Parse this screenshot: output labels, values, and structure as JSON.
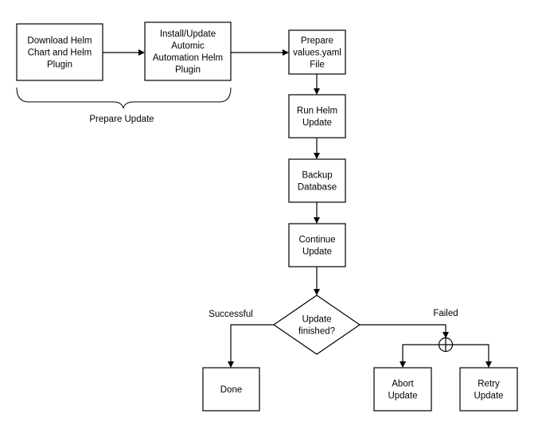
{
  "nodes": {
    "download_chart": [
      "Download Helm",
      "Chart and Helm",
      "Plugin"
    ],
    "install_plugin": [
      "Install/Update",
      "Automic",
      "Automation Helm",
      "Plugin"
    ],
    "prepare_values": [
      "Prepare",
      "values.yaml",
      "File"
    ],
    "run_helm_update": [
      "Run Helm",
      "Update"
    ],
    "backup_database": [
      "Backup",
      "Database"
    ],
    "continue_update": [
      "Continue",
      "Update"
    ],
    "decision": [
      "Update",
      "finished?"
    ],
    "done": [
      "Done"
    ],
    "abort_update": [
      "Abort",
      "Update"
    ],
    "retry_update": [
      "Retry",
      "Update"
    ]
  },
  "labels": {
    "prepare_update": "Prepare Update",
    "successful": "Successful",
    "failed": "Failed"
  }
}
